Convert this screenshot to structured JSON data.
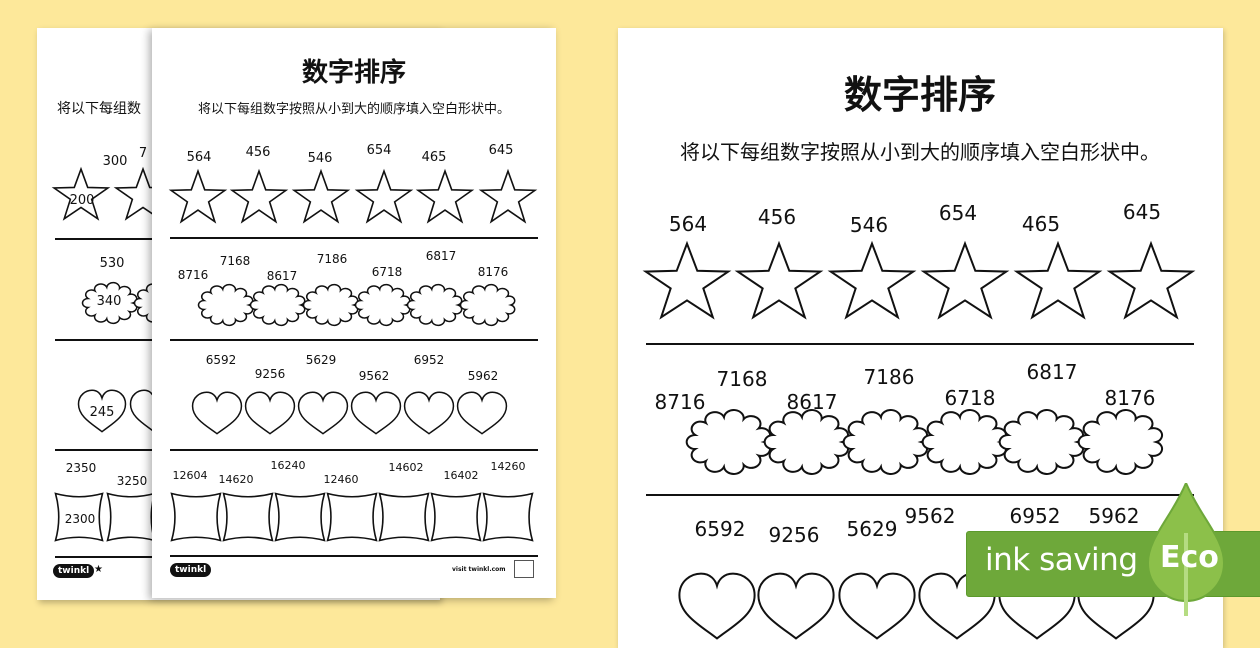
{
  "worksheet": {
    "title": "数字排序",
    "instruction": "将以下每组数字按照从小到大的顺序填入空白形状中。",
    "stars_numbers": [
      "564",
      "456",
      "546",
      "654",
      "465",
      "645"
    ],
    "clouds_numbers": [
      "8716",
      "7168",
      "8617",
      "7186",
      "6718",
      "6817",
      "8176"
    ],
    "hearts_numbers": [
      "6592",
      "9256",
      "5629",
      "9562",
      "6952",
      "5962"
    ],
    "pillows_numbers": [
      "12604",
      "14620",
      "16240",
      "12460",
      "14602",
      "16402",
      "14260"
    ],
    "footer_logo": "twinkl",
    "footer_link": "visit twinkl.com"
  },
  "back_worksheet": {
    "instruction_partial": "将以下每组数",
    "star_numbers": [
      "300",
      "7"
    ],
    "star_answer": "200",
    "cloud_number": "530",
    "cloud_answer": "340",
    "heart_answer": "245",
    "pillow_numbers": [
      "2350",
      "3250"
    ],
    "pillow_answer": "2300",
    "footer_logo": "twinkl"
  },
  "badge": {
    "text": "ink saving",
    "label": "Eco",
    "color": "#6ea83a"
  }
}
